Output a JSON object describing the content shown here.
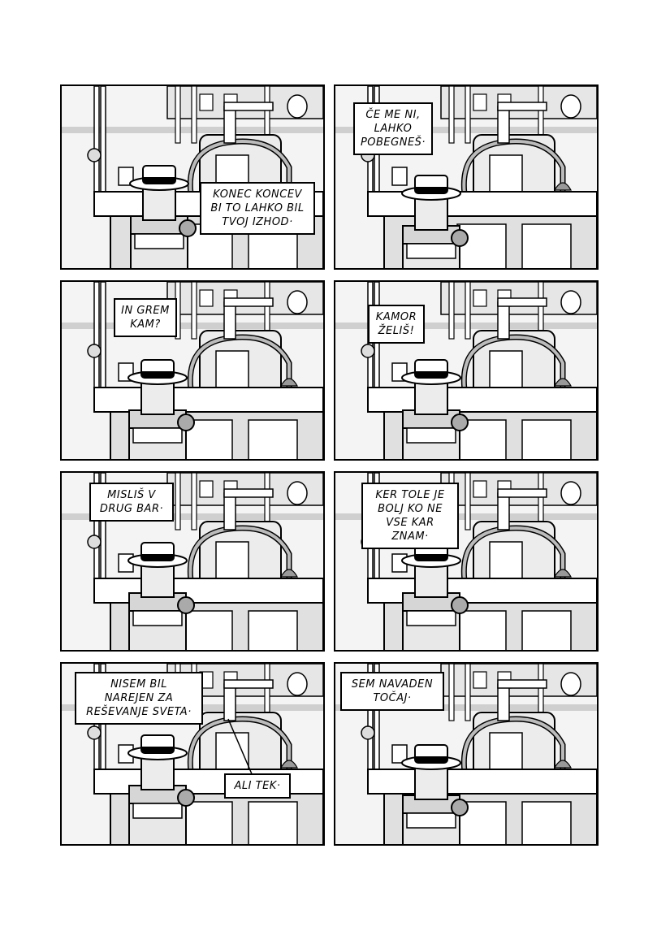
{
  "comic": {
    "panels": [
      {
        "id": "panel-1",
        "bubbles": [
          "KONEC KONCEV\nBI TO LAHKO BIL\nTVOJ IZHOD·"
        ]
      },
      {
        "id": "panel-2",
        "bubbles": [
          "ČE ME NI,\nLAHKO\nPOBEGNEŠ·"
        ]
      },
      {
        "id": "panel-3",
        "bubbles": [
          "IN GREM\nKAM?"
        ]
      },
      {
        "id": "panel-4",
        "bubbles": [
          "KAMOR\nŽELIŠ!"
        ]
      },
      {
        "id": "panel-5",
        "bubbles": [
          "MISLIŠ V\nDRUG BAR·"
        ]
      },
      {
        "id": "panel-6",
        "bubbles": [
          "KER TOLE JE\nBOLJ KO NE\nVSE KAR ZNAM·"
        ]
      },
      {
        "id": "panel-7",
        "bubbles": [
          "NISEM BIL\nNAREJEN ZA\nREŠEVANJE SVETA·",
          "ALI TEK·"
        ]
      },
      {
        "id": "panel-8",
        "bubbles": [
          "SEM NAVADEN\nTOČAJ·"
        ]
      }
    ]
  }
}
